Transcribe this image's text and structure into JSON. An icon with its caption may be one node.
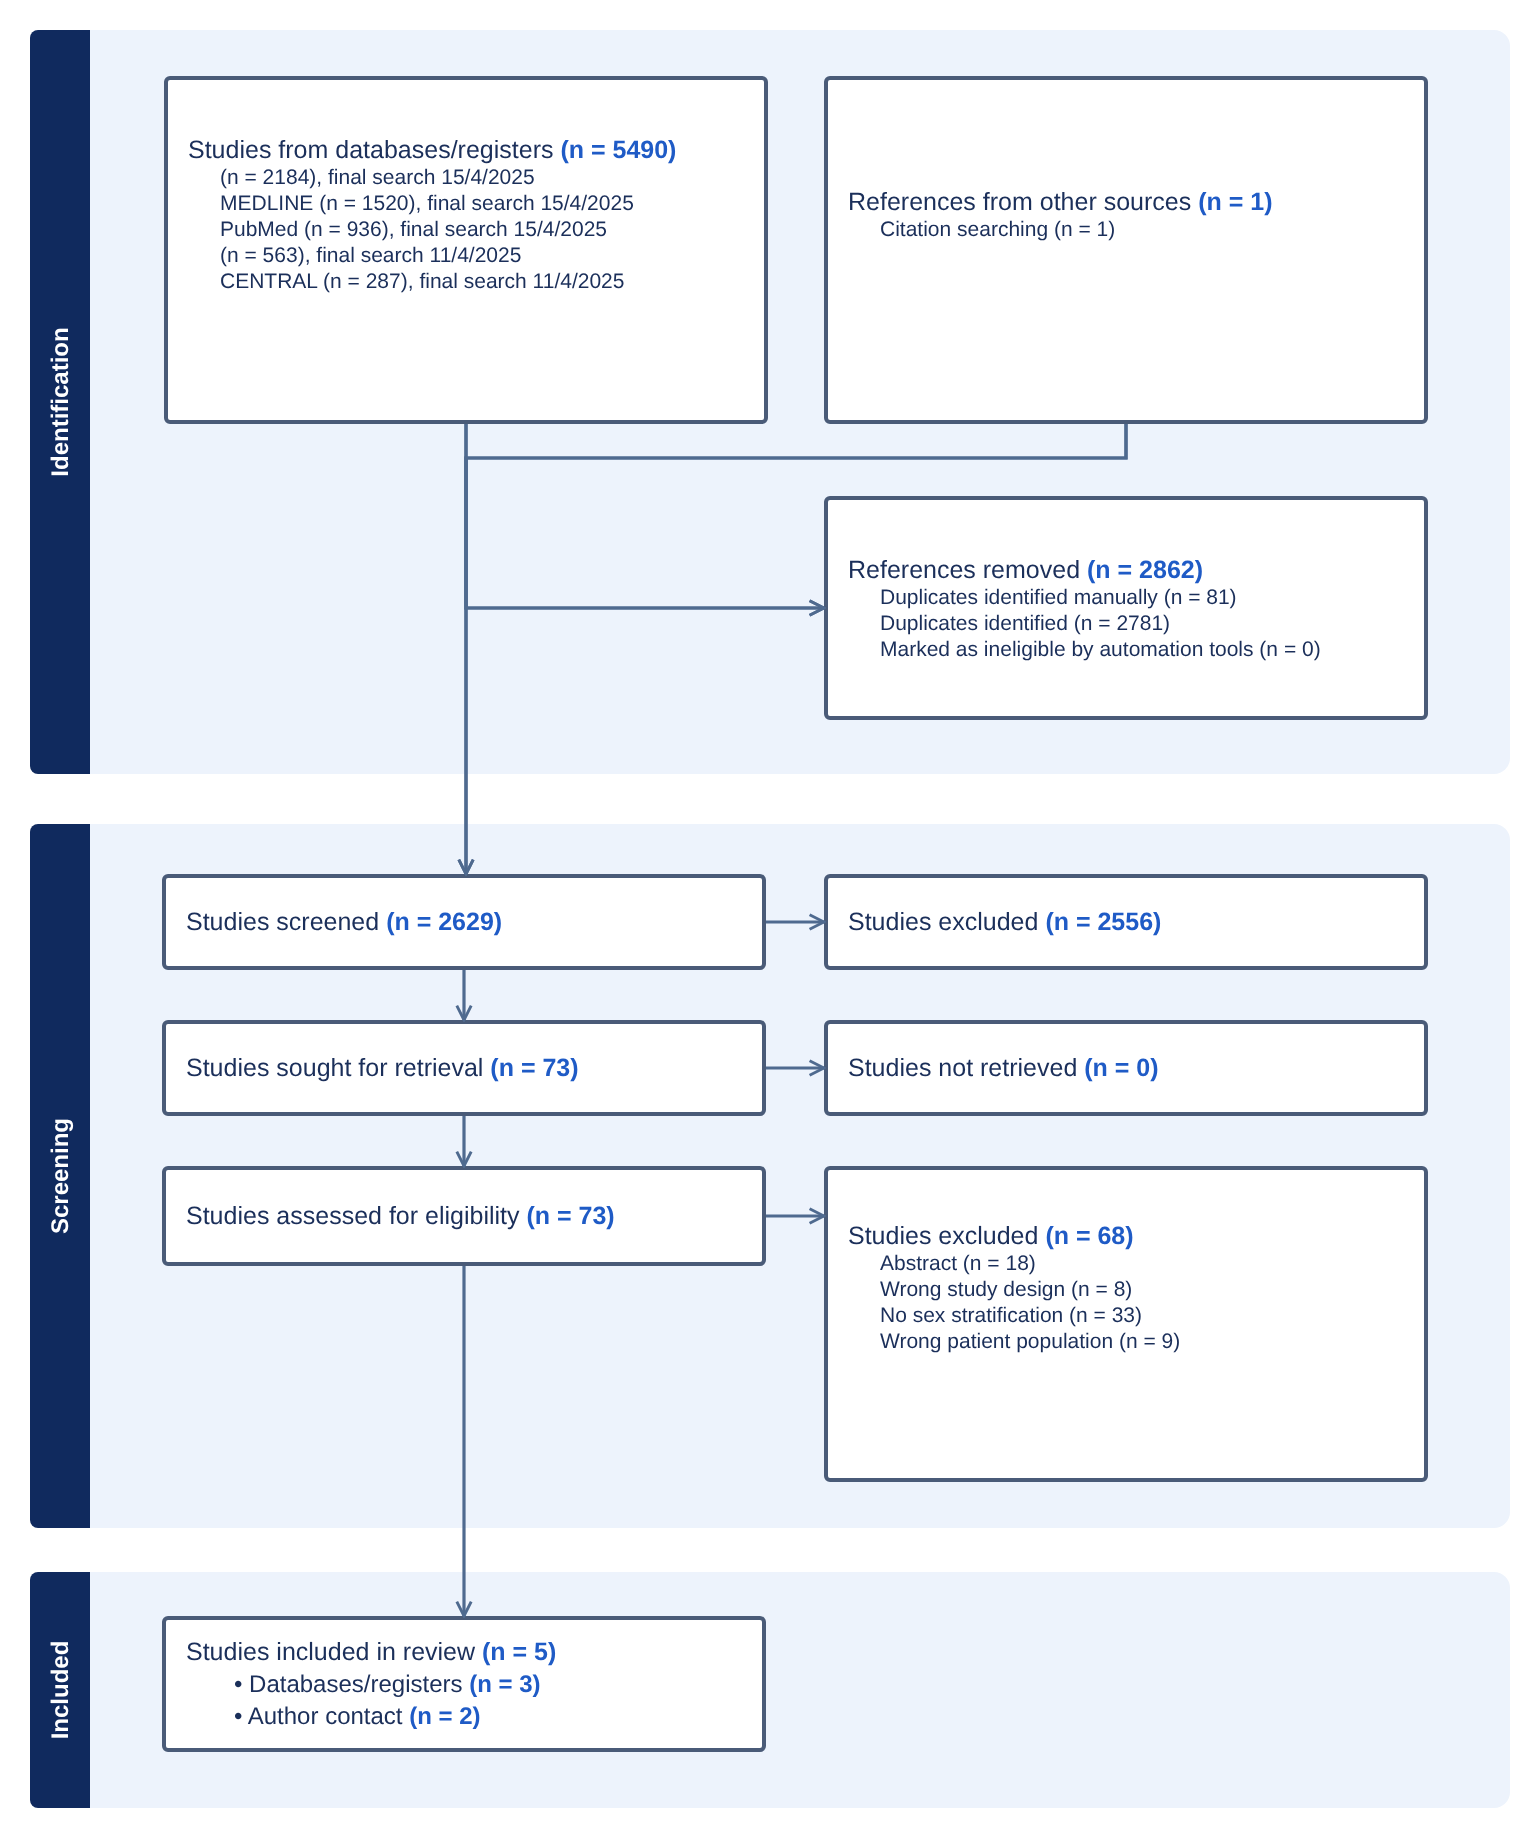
{
  "diagram": {
    "nodes": [
      {
        "text": [
          "Identification"
        ]
      },
      {
        "text": [
          "Studies from databases/registers **(n = 5490)**",
          "(n = 2184), final search 15/4/2025",
          "MEDLINE (n = 1520), final search 15/4/2025",
          "PubMed (n = 936), final search 15/4/2025",
          "(n = 563), final search 11/4/2025",
          "CENTRAL (n = 287), final search 11/4/2025"
        ],
        "in": 0
      },
      {
        "text": [
          "References from other sources **(n = 1)**",
          "Citation searching (n = 1)"
        ],
        "in": 0
      },
      {
        "text": [
          "References removed **(n = 2862)**",
          "Duplicates identified manually (n = 81)",
          "Duplicates identified (n = 2781)",
          "Marked as ineligible by automation tools (n = 0)"
        ],
        "in": 0
      },
      {
        "text": [
          "Screening"
        ]
      },
      {
        "text": [
          "Studies screened **(n = 2629)**"
        ],
        "in": 4
      },
      {
        "text": [
          "Studies excluded **(n = 2556)**"
        ],
        "in": 4
      },
      {
        "text": [
          "Studies sought for retrieval **(n = 73)**"
        ],
        "in": 4
      },
      {
        "text": [
          "Studies not retrieved **(n = 0)**"
        ],
        "in": 4
      },
      {
        "text": [
          "Studies assessed for eligibility **(n = 73)**"
        ],
        "in": 4
      },
      {
        "text": [
          "Studies excluded **(n = 68)**",
          "Abstract (n = 18)",
          "Wrong study design (n = 8)",
          "No sex stratification (n = 33)",
          "Wrong patient population (n = 9)"
        ],
        "in": 4
      },
      {
        "text": [
          "Included"
        ]
      },
      {
        "text": [
          "Studies included in review **(n = 5)**",
          "• Databases/registers **(n = 3)**",
          "• Author contact **(n = 2)**"
        ],
        "in": 11
      }
    ],
    "edges": [
      {
        "from": 1,
        "to": 5,
        "arrow": "to"
      },
      {
        "from": 2,
        "to": 5,
        "arrow": "to"
      },
      {
        "from": 1,
        "to": 3,
        "arrow": "to"
      },
      {
        "from": 2,
        "to": 3,
        "arrow": "to"
      },
      {
        "from": 5,
        "to": 6,
        "arrow": "to"
      },
      {
        "from": 5,
        "to": 7,
        "arrow": "to"
      },
      {
        "from": 7,
        "to": 8,
        "arrow": "to"
      },
      {
        "from": 7,
        "to": 9,
        "arrow": "to"
      },
      {
        "from": 9,
        "to": 10,
        "arrow": "to"
      },
      {
        "from": 9,
        "to": 12,
        "arrow": "to"
      }
    ]
  }
}
